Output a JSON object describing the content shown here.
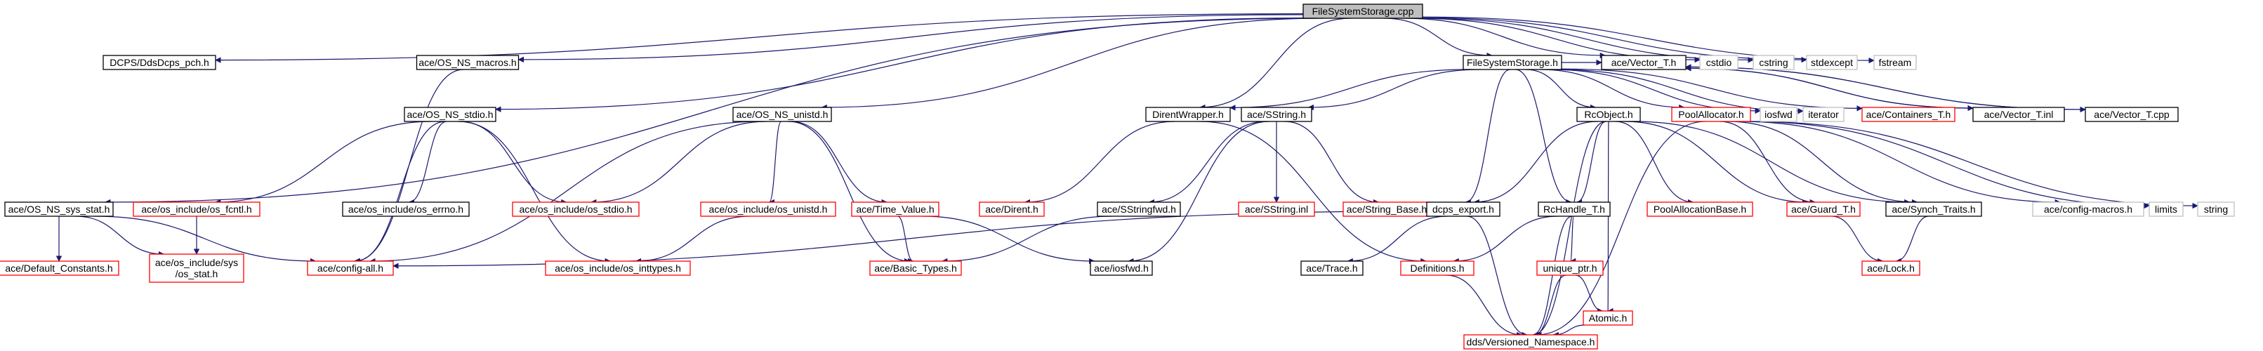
{
  "colors": {
    "edge": "#191970",
    "root_fill": "#bfbfbf",
    "node_border": "#000000",
    "external_border": "#ff0000",
    "system_border": "#bfbfbf",
    "text": "#000000"
  },
  "nodes": [
    {
      "id": "root",
      "label": "FileSystemStorage.cpp",
      "kind": "root"
    },
    {
      "id": "ddsdcps_pch",
      "label": "DCPS/DdsDcps_pch.h",
      "kind": "local"
    },
    {
      "id": "os_ns_macros",
      "label": "ace/OS_NS_macros.h",
      "kind": "local"
    },
    {
      "id": "fss_h",
      "label": "FileSystemStorage.h",
      "kind": "local"
    },
    {
      "id": "vector_t_h",
      "label": "ace/Vector_T.h",
      "kind": "local"
    },
    {
      "id": "cstdio",
      "label": "cstdio",
      "kind": "system"
    },
    {
      "id": "cstring",
      "label": "cstring",
      "kind": "system"
    },
    {
      "id": "stdexcept",
      "label": "stdexcept",
      "kind": "system"
    },
    {
      "id": "fstream",
      "label": "fstream",
      "kind": "system"
    },
    {
      "id": "os_ns_stdio",
      "label": "ace/OS_NS_stdio.h",
      "kind": "local"
    },
    {
      "id": "os_ns_unistd",
      "label": "ace/OS_NS_unistd.h",
      "kind": "local"
    },
    {
      "id": "direntwrapper",
      "label": "DirentWrapper.h",
      "kind": "local"
    },
    {
      "id": "sstring_h",
      "label": "ace/SString.h",
      "kind": "local"
    },
    {
      "id": "rcobject_h",
      "label": "RcObject.h",
      "kind": "local"
    },
    {
      "id": "poolallocator",
      "label": "PoolAllocator.h",
      "kind": "external"
    },
    {
      "id": "iosfwd",
      "label": "iosfwd",
      "kind": "system"
    },
    {
      "id": "iterator",
      "label": "iterator",
      "kind": "system"
    },
    {
      "id": "containers_t",
      "label": "ace/Containers_T.h",
      "kind": "external"
    },
    {
      "id": "vector_t_inl",
      "label": "ace/Vector_T.inl",
      "kind": "local"
    },
    {
      "id": "vector_t_cpp",
      "label": "ace/Vector_T.cpp",
      "kind": "local"
    },
    {
      "id": "os_ns_sys_stat",
      "label": "ace/OS_NS_sys_stat.h",
      "kind": "local"
    },
    {
      "id": "os_fcntl",
      "label": "ace/os_include/os_fcntl.h",
      "kind": "external"
    },
    {
      "id": "os_errno",
      "label": "ace/os_include/os_errno.h",
      "kind": "local"
    },
    {
      "id": "os_stdio",
      "label": "ace/os_include/os_stdio.h",
      "kind": "external"
    },
    {
      "id": "os_unistd",
      "label": "ace/os_include/os_unistd.h",
      "kind": "external"
    },
    {
      "id": "time_value",
      "label": "ace/Time_Value.h",
      "kind": "external"
    },
    {
      "id": "dirent_h",
      "label": "ace/Dirent.h",
      "kind": "external"
    },
    {
      "id": "sstringfwd",
      "label": "ace/SStringfwd.h",
      "kind": "local"
    },
    {
      "id": "sstring_inl",
      "label": "ace/SString.inl",
      "kind": "external"
    },
    {
      "id": "string_base",
      "label": "ace/String_Base.h",
      "kind": "external"
    },
    {
      "id": "dcps_export",
      "label": "dcps_export.h",
      "kind": "local"
    },
    {
      "id": "rchandle_t",
      "label": "RcHandle_T.h",
      "kind": "local"
    },
    {
      "id": "poolallocationbase",
      "label": "PoolAllocationBase.h",
      "kind": "external"
    },
    {
      "id": "guard_t",
      "label": "ace/Guard_T.h",
      "kind": "external"
    },
    {
      "id": "synch_traits",
      "label": "ace/Synch_Traits.h",
      "kind": "local"
    },
    {
      "id": "config_macros",
      "label": "ace/config-macros.h",
      "kind": "system"
    },
    {
      "id": "limits",
      "label": "limits",
      "kind": "system"
    },
    {
      "id": "string_sys",
      "label": "string",
      "kind": "system"
    },
    {
      "id": "default_constants",
      "label": "ace/Default_Constants.h",
      "kind": "external"
    },
    {
      "id": "os_stat",
      "label": "ace/os_include/sys\n/os_stat.h",
      "kind": "external"
    },
    {
      "id": "config_all",
      "label": "ace/config-all.h",
      "kind": "external"
    },
    {
      "id": "os_inttypes",
      "label": "ace/os_include/os_inttypes.h",
      "kind": "external"
    },
    {
      "id": "basic_types",
      "label": "ace/Basic_Types.h",
      "kind": "external"
    },
    {
      "id": "iosfwd_h",
      "label": "ace/iosfwd.h",
      "kind": "local"
    },
    {
      "id": "trace_h",
      "label": "ace/Trace.h",
      "kind": "local"
    },
    {
      "id": "definitions",
      "label": "Definitions.h",
      "kind": "external"
    },
    {
      "id": "unique_ptr",
      "label": "unique_ptr.h",
      "kind": "external"
    },
    {
      "id": "atomic_h",
      "label": "Atomic.h",
      "kind": "external"
    },
    {
      "id": "lock_h",
      "label": "ace/Lock.h",
      "kind": "external"
    },
    {
      "id": "versioned_ns",
      "label": "dds/Versioned_Namespace.h",
      "kind": "external"
    }
  ],
  "edges": [
    [
      "root",
      "ddsdcps_pch"
    ],
    [
      "root",
      "os_ns_macros"
    ],
    [
      "root",
      "fss_h"
    ],
    [
      "root",
      "vector_t_h"
    ],
    [
      "root",
      "cstdio"
    ],
    [
      "root",
      "cstring"
    ],
    [
      "root",
      "stdexcept"
    ],
    [
      "root",
      "fstream"
    ],
    [
      "root",
      "os_ns_sys_stat"
    ],
    [
      "root",
      "os_ns_stdio"
    ],
    [
      "root",
      "os_ns_unistd"
    ],
    [
      "root",
      "direntwrapper"
    ],
    [
      "os_ns_macros",
      "config_all"
    ],
    [
      "fss_h",
      "direntwrapper"
    ],
    [
      "fss_h",
      "sstring_h"
    ],
    [
      "fss_h",
      "dcps_export"
    ],
    [
      "fss_h",
      "rchandle_t"
    ],
    [
      "fss_h",
      "rcobject_h"
    ],
    [
      "fss_h",
      "poolallocator"
    ],
    [
      "fss_h",
      "iosfwd"
    ],
    [
      "fss_h",
      "iterator"
    ],
    [
      "fss_h",
      "containers_t"
    ],
    [
      "fss_h",
      "vector_t_h"
    ],
    [
      "vector_t_h",
      "vector_t_inl"
    ],
    [
      "vector_t_h",
      "vector_t_cpp"
    ],
    [
      "vector_t_inl",
      "vector_t_h"
    ],
    [
      "vector_t_cpp",
      "vector_t_h"
    ],
    [
      "os_ns_sys_stat",
      "default_constants"
    ],
    [
      "os_ns_sys_stat",
      "os_stat"
    ],
    [
      "os_ns_sys_stat",
      "config_all"
    ],
    [
      "os_ns_stdio",
      "os_fcntl"
    ],
    [
      "os_ns_stdio",
      "os_errno"
    ],
    [
      "os_ns_stdio",
      "os_stdio"
    ],
    [
      "os_ns_stdio",
      "config_all"
    ],
    [
      "os_ns_stdio",
      "os_inttypes"
    ],
    [
      "os_fcntl",
      "os_stat"
    ],
    [
      "os_ns_unistd",
      "os_stdio"
    ],
    [
      "os_ns_unistd",
      "os_unistd"
    ],
    [
      "os_ns_unistd",
      "time_value"
    ],
    [
      "os_ns_unistd",
      "basic_types"
    ],
    [
      "os_ns_unistd",
      "config_all"
    ],
    [
      "os_unistd",
      "os_inttypes"
    ],
    [
      "time_value",
      "basic_types"
    ],
    [
      "time_value",
      "iosfwd_h"
    ],
    [
      "direntwrapper",
      "dirent_h"
    ],
    [
      "direntwrapper",
      "definitions"
    ],
    [
      "sstring_h",
      "sstringfwd"
    ],
    [
      "sstring_h",
      "sstring_inl"
    ],
    [
      "sstring_h",
      "string_base"
    ],
    [
      "sstring_h",
      "iosfwd_h"
    ],
    [
      "sstringfwd",
      "basic_types"
    ],
    [
      "dcps_export",
      "config_all"
    ],
    [
      "dcps_export",
      "trace_h"
    ],
    [
      "dcps_export",
      "versioned_ns"
    ],
    [
      "rcobject_h",
      "dcps_export"
    ],
    [
      "rcobject_h",
      "rchandle_t"
    ],
    [
      "rcobject_h",
      "poolallocationbase"
    ],
    [
      "rcobject_h",
      "guard_t"
    ],
    [
      "rcobject_h",
      "synch_traits"
    ],
    [
      "rcobject_h",
      "atomic_h"
    ],
    [
      "rcobject_h",
      "versioned_ns"
    ],
    [
      "rchandle_t",
      "definitions"
    ],
    [
      "rchandle_t",
      "unique_ptr"
    ],
    [
      "rchandle_t",
      "versioned_ns"
    ],
    [
      "poolallocator",
      "synch_traits"
    ],
    [
      "poolallocator",
      "guard_t"
    ],
    [
      "poolallocator",
      "config_macros"
    ],
    [
      "poolallocator",
      "limits"
    ],
    [
      "poolallocator",
      "string_sys"
    ],
    [
      "poolallocator",
      "versioned_ns"
    ],
    [
      "guard_t",
      "lock_h"
    ],
    [
      "synch_traits",
      "lock_h"
    ],
    [
      "definitions",
      "versioned_ns"
    ],
    [
      "unique_ptr",
      "atomic_h"
    ],
    [
      "unique_ptr",
      "versioned_ns"
    ],
    [
      "atomic_h",
      "versioned_ns"
    ]
  ]
}
